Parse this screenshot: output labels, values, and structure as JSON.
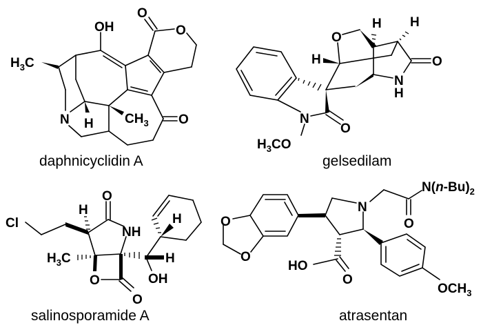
{
  "figure": {
    "type": "chemical-structures",
    "background": "#ffffff",
    "compounds": [
      {
        "name": "daphnicyclidin A",
        "atoms": {
          "oh": "OH",
          "o_carbonyl": "O",
          "o_ring": "O",
          "h3c": "H",
          "h3c_sub": "3",
          "h3c_c": "C",
          "n": "N",
          "h": "H",
          "ch3": "CH",
          "ch3_sub": "3",
          "o_ketone": "O"
        }
      },
      {
        "name": "gelsedilam",
        "atoms": {
          "o_ring": "O",
          "h1": "H",
          "h2": "H",
          "h3": "H",
          "o_lactam": "O",
          "nh_n": "N",
          "nh_h": "H",
          "n": "N",
          "o_oxindole": "O",
          "h3co": "H",
          "h3co_sub": "3",
          "h3co_co": "CO"
        }
      },
      {
        "name": "salinosporamide A",
        "atoms": {
          "cl": "Cl",
          "h": "H",
          "o_top": "O",
          "nh": "NH",
          "h3c": "H",
          "h3c_sub": "3",
          "h3c_c": "C",
          "o_ring": "O",
          "o_bottom": "O",
          "h_right": "H",
          "h_ring": "H",
          "oh": "OH"
        }
      },
      {
        "name": "atrasentan",
        "atoms": {
          "o1": "O",
          "o2": "O",
          "n": "N",
          "nbu2": "N(",
          "nbu2_n": "n",
          "nbu2_rest": "-Bu)",
          "nbu2_sub": "2",
          "o_amide": "O",
          "ho": "HO",
          "o_acid": "O",
          "och3": "OCH",
          "och3_sub": "3"
        }
      }
    ]
  }
}
